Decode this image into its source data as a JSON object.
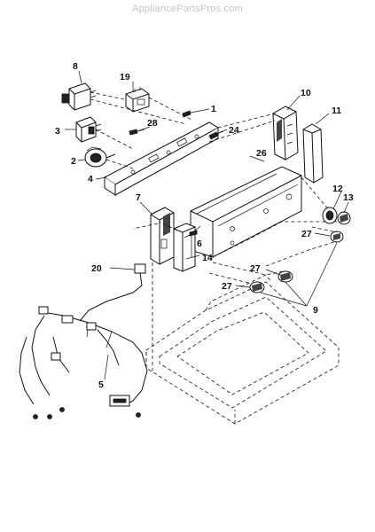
{
  "watermark": "AppliancePartsPros.com",
  "callouts": {
    "c1": "1",
    "c2": "2",
    "c3": "3",
    "c4": "4",
    "c5": "5",
    "c6": "6",
    "c7": "7",
    "c8": "8",
    "c9": "9",
    "c10": "10",
    "c11": "11",
    "c12": "12",
    "c13": "13",
    "c14": "14",
    "c19": "19",
    "c20": "20",
    "c24": "24",
    "c26": "26",
    "c27a": "27",
    "c27b": "27",
    "c27c": "27",
    "c28": "28"
  }
}
